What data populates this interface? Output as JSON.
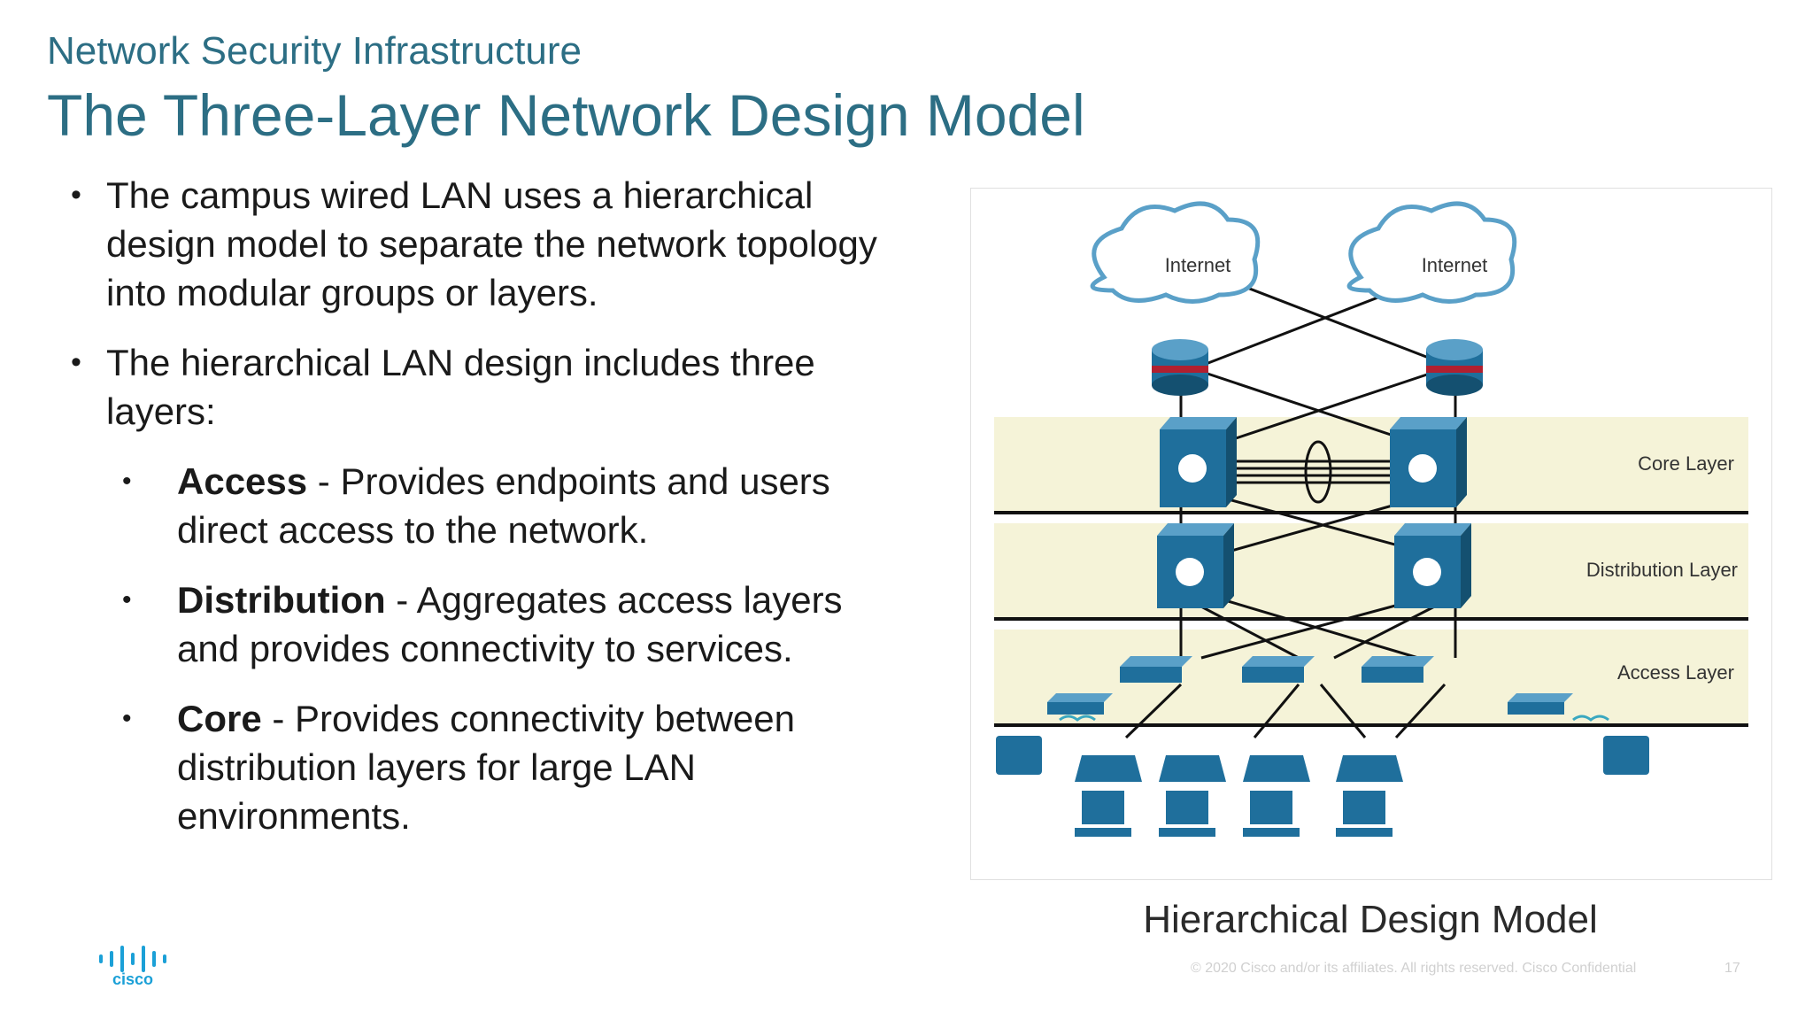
{
  "header": {
    "section": "Network Security Infrastructure",
    "title": "The Three-Layer Network Design Model"
  },
  "content": {
    "bullet1": "The campus wired LAN uses a hierarchical design model to separate the network topology into modular groups or layers.",
    "bullet2": "The hierarchical LAN design includes three layers:",
    "sub": [
      {
        "term": "Access",
        "desc": " - Provides endpoints and users direct access to the network."
      },
      {
        "term": "Distribution",
        "desc": " - Aggregates access layers and provides connectivity to services."
      },
      {
        "term": "Core",
        "desc": " - Provides connectivity between distribution layers for large LAN environments."
      }
    ]
  },
  "diagram": {
    "clouds": [
      "Internet",
      "Internet"
    ],
    "layers": [
      "Core Layer",
      "Distribution Layer",
      "Access Layer"
    ],
    "colors": {
      "band": "#f5f3d8",
      "device": "#1f6f9c",
      "device_dark": "#145070",
      "router_band": "#b02030",
      "link": "#111111"
    }
  },
  "caption": "Hierarchical Design Model",
  "footer": {
    "brand": "cisco",
    "copyright": "© 2020 Cisco and/or its affiliates. All rights reserved.  Cisco Confidential",
    "page": "17"
  }
}
